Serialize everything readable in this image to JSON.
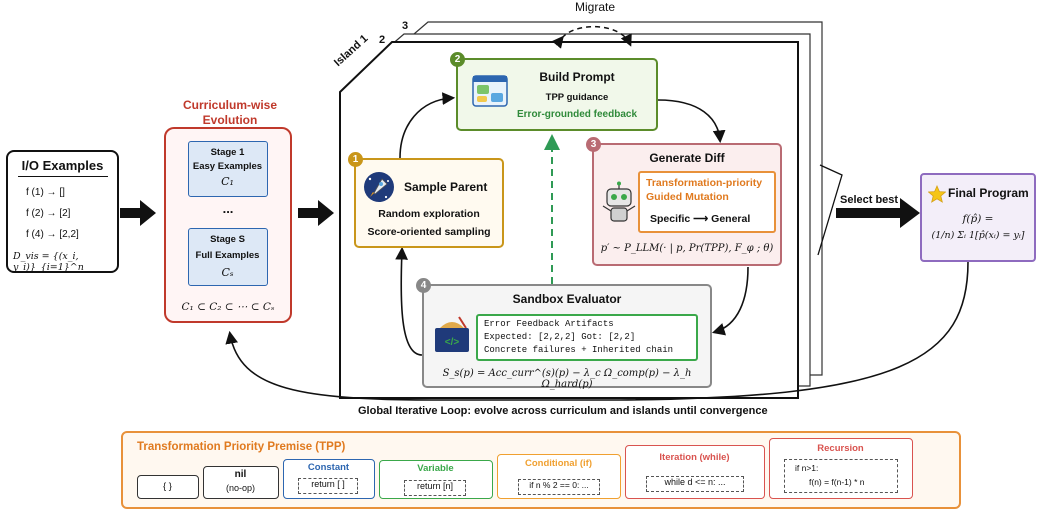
{
  "io": {
    "title": "I/O Examples",
    "examples": [
      "f (1) → []",
      "f (2) → [2]",
      "f (4) → [2,2]"
    ],
    "dvis": "D_vis = {(x_i, y_i)}_{i=1}^n"
  },
  "curriculum": {
    "title_line1": "Curriculum-wise",
    "title_line2": "Evolution",
    "stage1": {
      "title": "Stage 1",
      "subtitle": "Easy Examples",
      "set": "C₁"
    },
    "ellipsis": "...",
    "stageS": {
      "title": "Stage S",
      "subtitle": "Full Examples",
      "set": "Cₛ"
    },
    "chain": "C₁ ⊂ C₂ ⊂ ⋯ ⊂ Cₛ"
  },
  "islands": {
    "island1": "Island 1",
    "n2": "2",
    "n3": "3",
    "migrate": "Migrate"
  },
  "build_prompt": {
    "num": "2",
    "title": "Build Prompt",
    "line1": "TPP guidance",
    "line2": "Error-grounded feedback"
  },
  "sample_parent": {
    "num": "1",
    "title": "Sample Parent",
    "line1": "Random exploration",
    "line2": "Score-oriented sampling"
  },
  "generate_diff": {
    "num": "3",
    "title": "Generate Diff",
    "mutation_line1": "Transformation-priority",
    "mutation_line2": "Guided Mutation",
    "direction": "Specific ⟶ General",
    "formula": "p′ ~ P_LLM(· | p, Pr(TPP), F_φ ; θ)"
  },
  "sandbox": {
    "num": "4",
    "title": "Sandbox Evaluator",
    "artifact_lines": [
      "Error Feedback Artifacts",
      "Expected: [2,2,2] Got: [2,2]",
      "Concrete failures + Inherited chain"
    ],
    "formula": "S_s(p) = Acc_curr^(s)(p) − λ_c Ω_comp(p) − λ_h Ω_hard(p)"
  },
  "select_best": "Select best",
  "final": {
    "title": "Final Program",
    "line1": "f(p̂) =",
    "line2": "(1/n) Σᵢ 1[p̂(xᵢ) = yᵢ]"
  },
  "loop_label": "Global Iterative Loop: evolve across curriculum and islands until convergence",
  "tpp": {
    "title": "Transformation Priority Premise (TPP)",
    "items": [
      {
        "label": "",
        "code": "{ }"
      },
      {
        "label": "nil",
        "sub": "(no-op)"
      },
      {
        "label": "Constant",
        "code": "return [ ]"
      },
      {
        "label": "Variable",
        "code": "return [n]"
      },
      {
        "label": "Conditional (if)",
        "code": "if n % 2 == 0: ..."
      },
      {
        "label": "Iteration (while)",
        "code": "while d <= n: ..."
      },
      {
        "label": "Recursion",
        "code1": "if n>1:",
        "code2": "f(n) = f(n-1) * n"
      }
    ]
  },
  "colors": {
    "curriculum": "#c0392b",
    "build": "#5b8c2a",
    "sample": "#c9961a",
    "generate": "#b96b73",
    "sandbox": "#888888",
    "final": "#8e6bbf",
    "tpp_border": "#e8913a",
    "constant": "#2d66b0",
    "variable": "#3aa84a",
    "conditional": "#f0a030",
    "iteration": "#d9534f",
    "recursion": "#d9534f"
  }
}
